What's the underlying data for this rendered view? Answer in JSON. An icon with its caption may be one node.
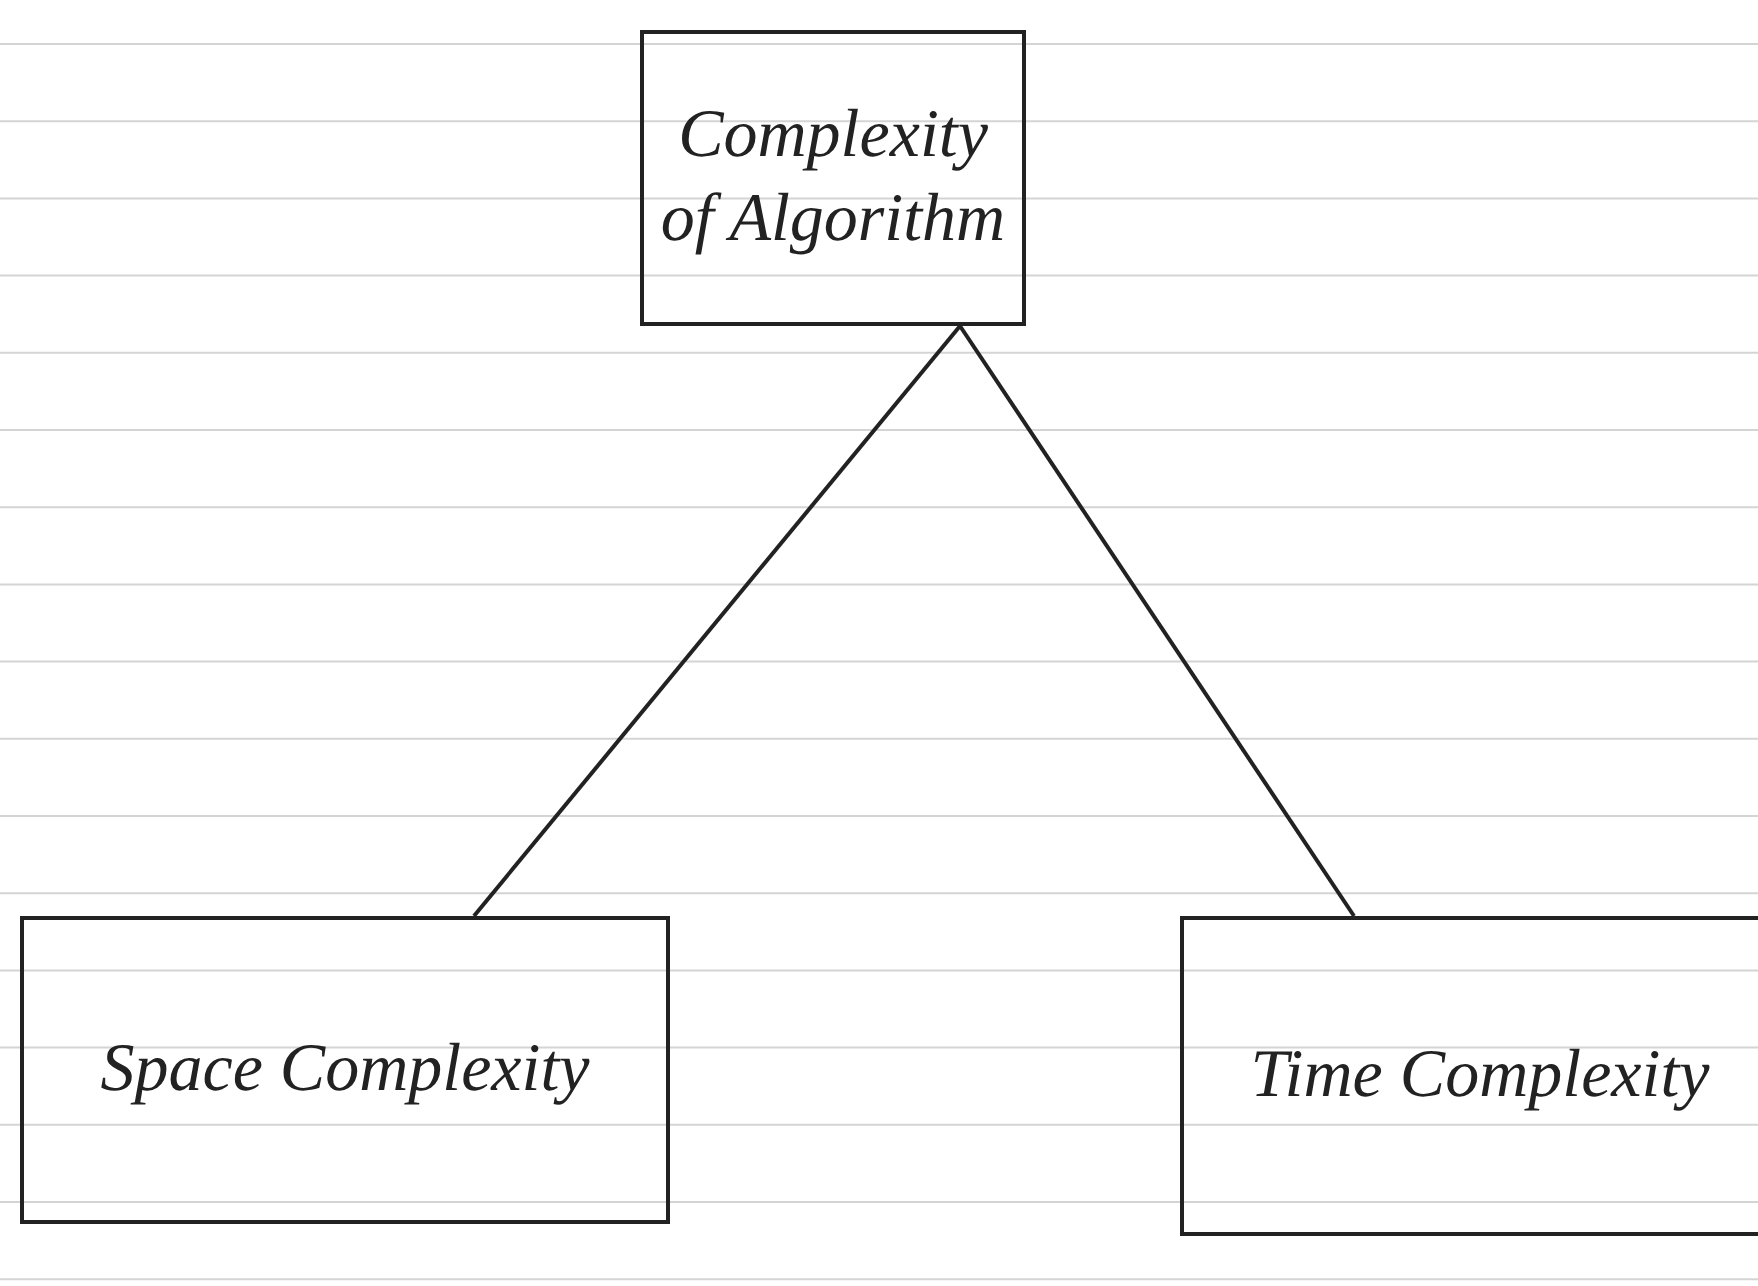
{
  "diagram": {
    "nodes": [
      {
        "text": [
          "Complexity of Algorithm"
        ]
      },
      {
        "text": [
          "Space Complexity"
        ]
      },
      {
        "text": [
          "Time Complexity"
        ]
      }
    ],
    "edges": [
      {
        "from": 0,
        "to": 1,
        "arrow": "none"
      },
      {
        "from": 0,
        "to": 2,
        "arrow": "none"
      }
    ]
  }
}
